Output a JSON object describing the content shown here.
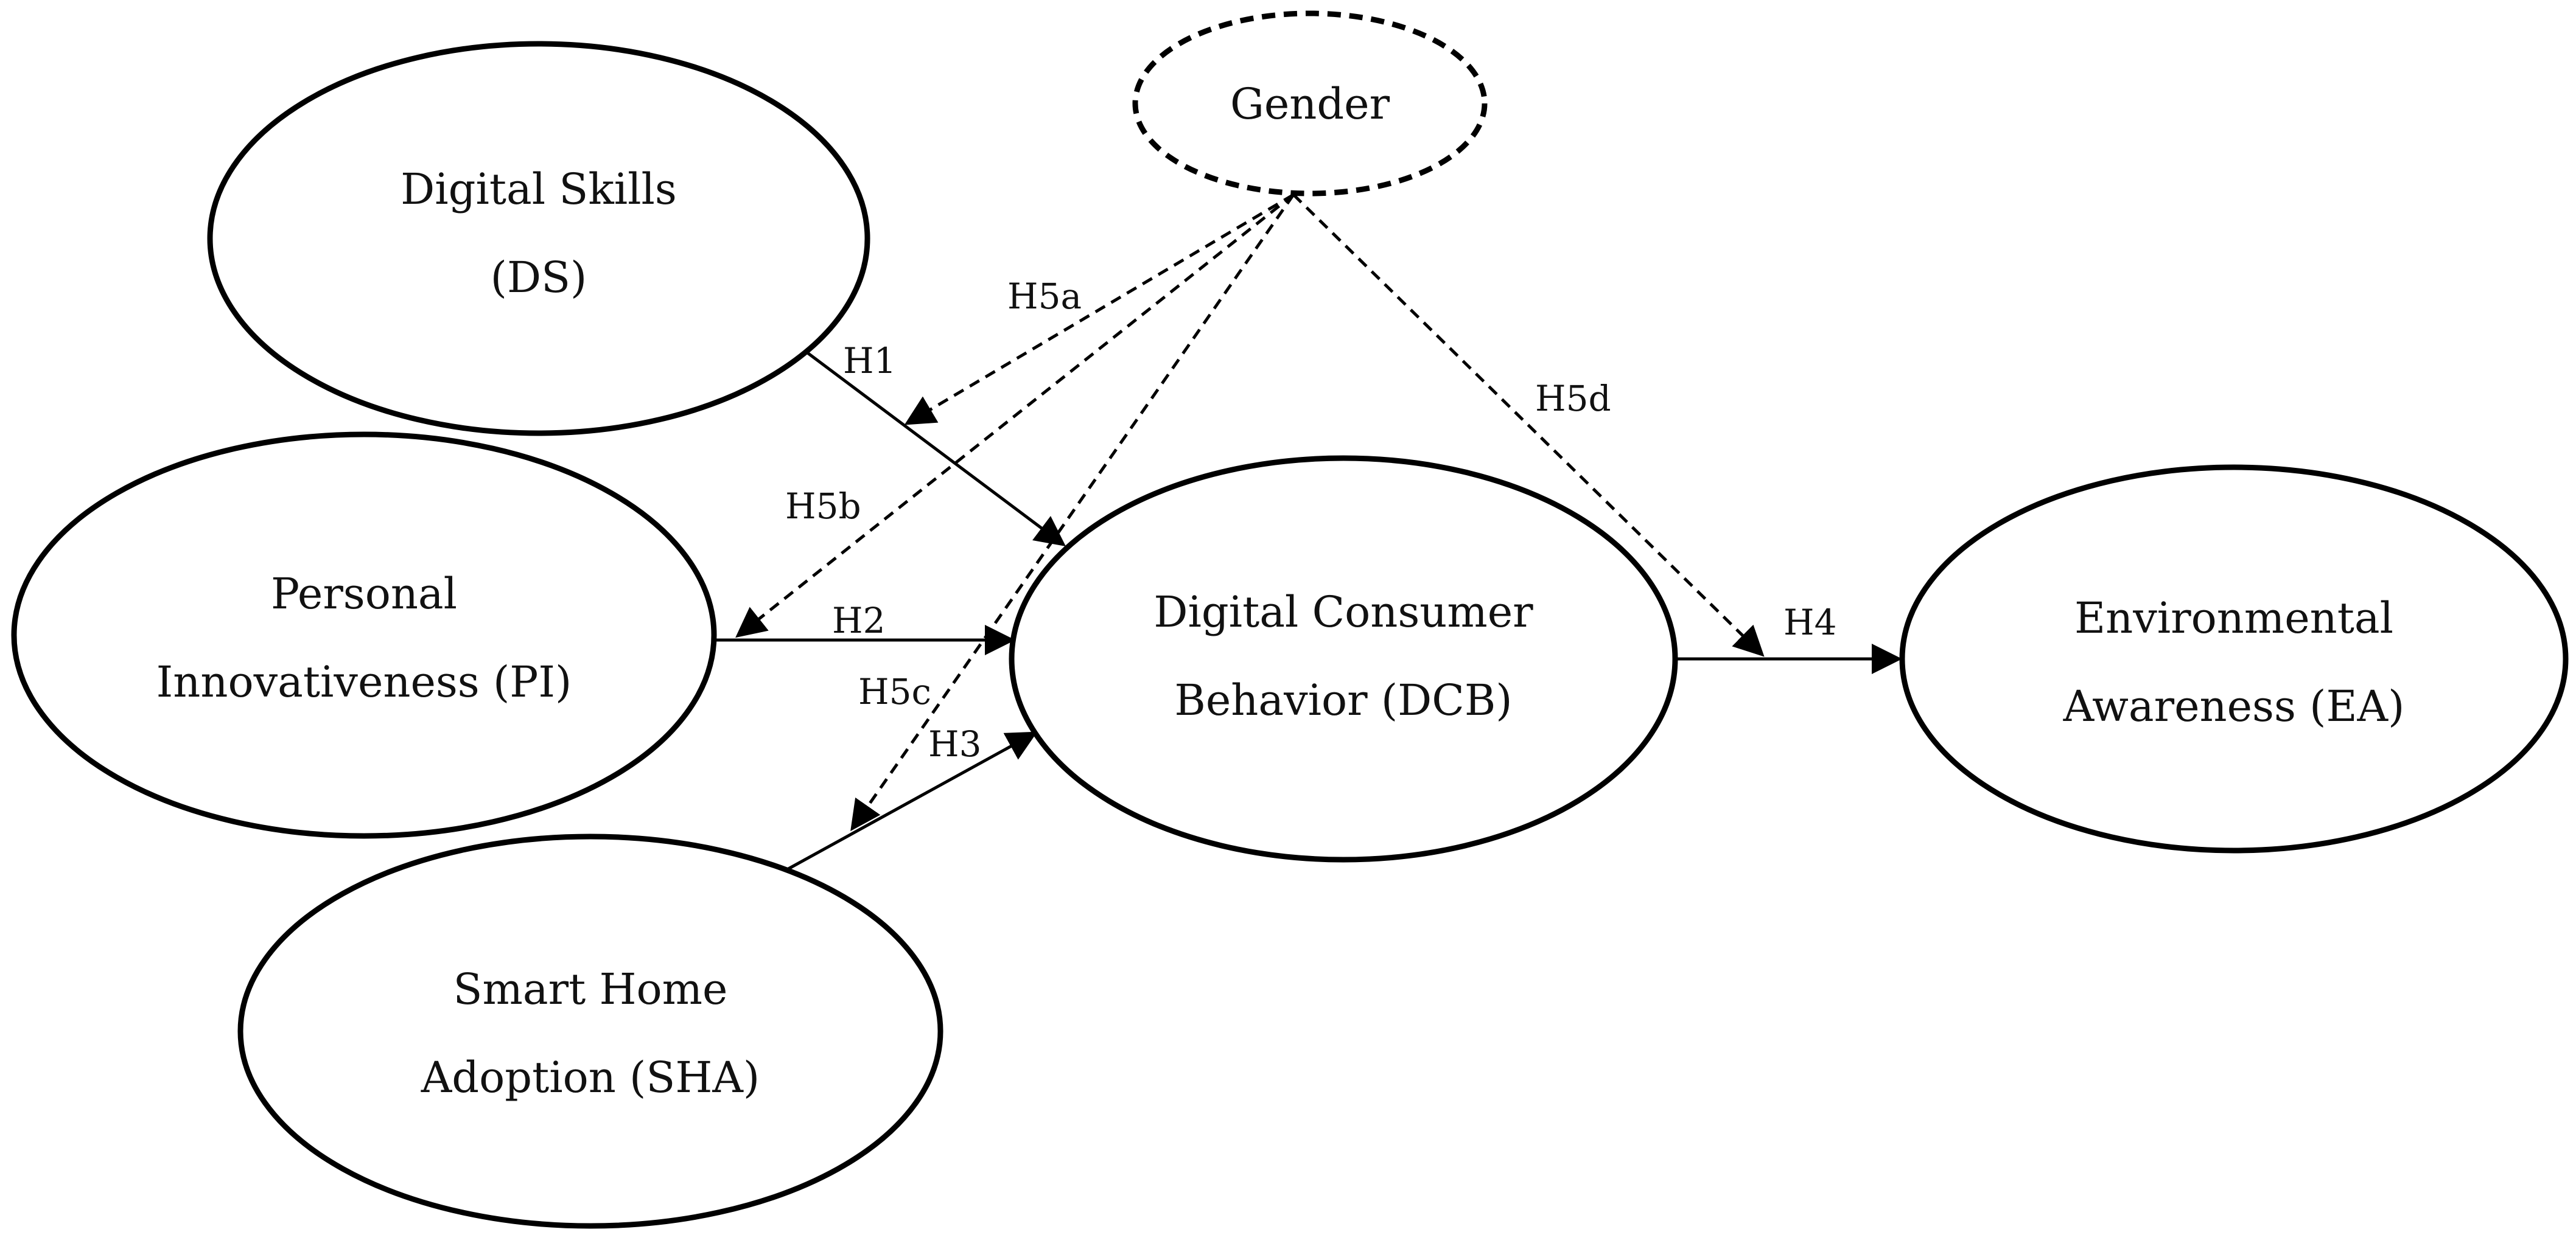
{
  "nodes": {
    "ds": {
      "line1": "Digital Skills",
      "line2": "(DS)"
    },
    "pi": {
      "line1": "Personal",
      "line2": "Innovativeness (PI)"
    },
    "sha": {
      "line1": "Smart Home",
      "line2": "Adoption (SHA)"
    },
    "dcb": {
      "line1": "Digital Consumer",
      "line2": "Behavior (DCB)"
    },
    "ea": {
      "line1": "Environmental",
      "line2": "Awareness (EA)"
    },
    "gender": {
      "line1": "Gender"
    }
  },
  "edges": {
    "h1": "H1",
    "h2": "H2",
    "h3": "H3",
    "h4": "H4",
    "h5a": "H5a",
    "h5b": "H5b",
    "h5c": "H5c",
    "h5d": "H5d"
  }
}
